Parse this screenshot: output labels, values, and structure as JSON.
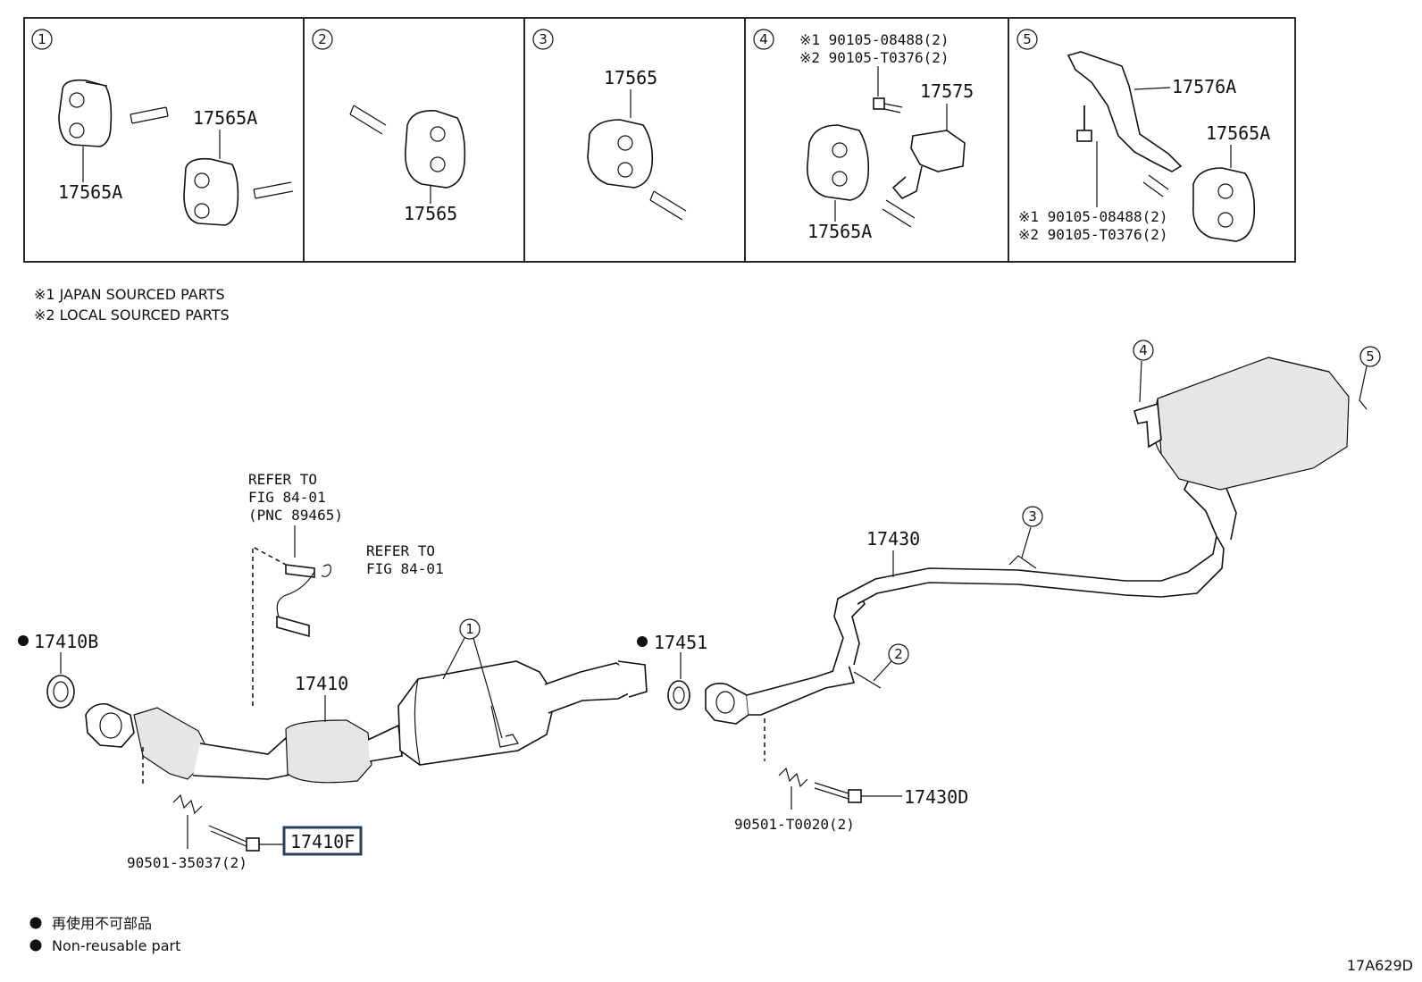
{
  "panels": [
    {
      "num": "1",
      "labels": [
        "17565A",
        "17565A"
      ]
    },
    {
      "num": "2",
      "labels": [
        "17565"
      ]
    },
    {
      "num": "3",
      "labels": [
        "17565"
      ]
    },
    {
      "num": "4",
      "notes": [
        "※1 90105-08488(2)",
        "※2 90105-T0376(2)"
      ],
      "labels": [
        "17575",
        "17565A"
      ]
    },
    {
      "num": "5",
      "labels": [
        "17576A",
        "17565A"
      ],
      "notes": [
        "※1 90105-08488(2)",
        "※2 90105-T0376(2)"
      ]
    }
  ],
  "footnotes": [
    "※1 JAPAN SOURCED PARTS",
    "※2 LOCAL SOURCED PARTS"
  ],
  "main": {
    "refer1": [
      "REFER TO",
      "FIG 84-01",
      "(PNC 89465)"
    ],
    "refer2": [
      "REFER TO",
      "FIG 84-01"
    ],
    "parts": {
      "p17410B": "17410B",
      "p17410": "17410",
      "p17451": "17451",
      "p17430": "17430",
      "p17430D": "17430D",
      "p90501_T0020": "90501-T0020(2)",
      "p90501_35037": "90501-35037(2)",
      "p17410F": "17410F"
    },
    "callouts": [
      "1",
      "2",
      "3",
      "4",
      "5"
    ]
  },
  "legend": {
    "jp": "再使用不可部品",
    "en": "Non-reusable part"
  },
  "figure_code": "17A629D"
}
